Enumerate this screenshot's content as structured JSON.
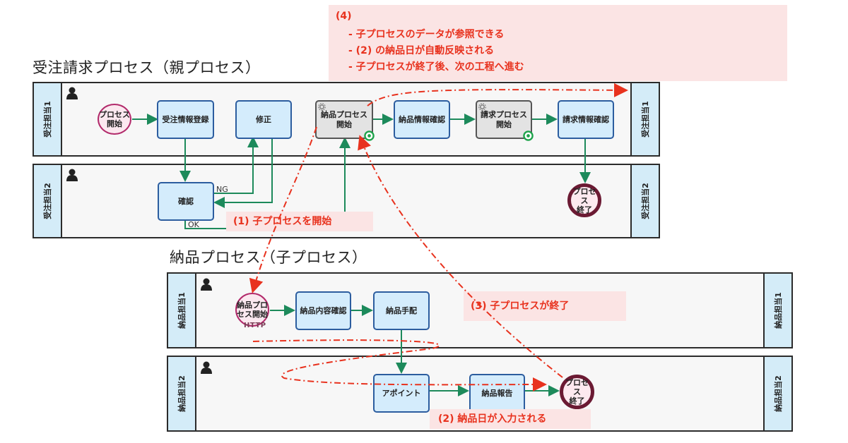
{
  "note4": {
    "heading": "(4)",
    "lines": [
      "- 子プロセスのデータが参照できる",
      "- (2) の納品日が自動反映される",
      "- 子プロセスが終了後、次の工程へ進む"
    ]
  },
  "parent": {
    "title": "受注請求プロセス（親プロセス）",
    "lanes": [
      "受注担当1",
      "受注担当2"
    ],
    "start_event": "プロセス\n開始",
    "tasks": {
      "order_register": "受注情報登録",
      "fix": "修正",
      "sub_start": "納品プロセス\n開始",
      "delivery_confirm": "納品情報確認",
      "billing_start": "請求プロセス\n開始",
      "billing_confirm": "請求情報確認",
      "check": "確認"
    },
    "end_event": "プロセス\n終了",
    "labels": {
      "ng": "NG",
      "ok": "OK"
    }
  },
  "child": {
    "title": "納品プロセス（子プロセス）",
    "lanes": [
      "納品担当1",
      "納品担当2"
    ],
    "start_event": "納品プロ\nセス開始",
    "start_tag": "HTTP",
    "tasks": {
      "content_confirm": "納品内容確認",
      "arrange": "納品手配",
      "appoint": "アポイント",
      "report": "納品報告"
    },
    "end_event": "プロセス\n終了"
  },
  "annotations": {
    "a1": "(1) 子プロセスを開始",
    "a2": "(2) 納品日が入力される",
    "a3": "(3) 子プロセスが終了"
  },
  "colors": {
    "flow": "#1d8a5b",
    "annotation": "#e8321e",
    "task_border": "#2c5d9f",
    "task_fill": "#d4ecfc",
    "lane_header": "#d4ecf8"
  }
}
